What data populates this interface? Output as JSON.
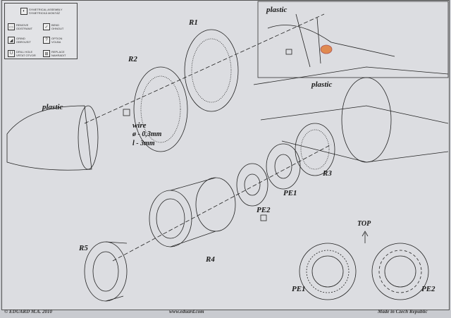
{
  "legend": {
    "items": [
      {
        "icon": "symmetrical-assembly-icon",
        "glyph": "◐",
        "line1": "SYMETRICAL ASSEMBLY",
        "line2": "SYMETRICKÁ MONTÁŽ"
      },
      {
        "icon": "remove-icon",
        "glyph": "▭",
        "line1": "REMOVE",
        "line2": "ODSTRANIT"
      },
      {
        "icon": "bend-icon",
        "glyph": "✓",
        "line1": "BEND",
        "line2": "OHNOUT"
      },
      {
        "icon": "grind-icon",
        "glyph": "◢",
        "line1": "GRIND",
        "line2": "OBROUSIT"
      },
      {
        "icon": "option-icon",
        "glyph": "?",
        "line1": "OPTION",
        "line2": "VOLBA"
      },
      {
        "icon": "drill-hole-icon",
        "glyph": "U",
        "line1": "DRILL HOLE",
        "line2": "VRTAT OTVOR"
      },
      {
        "icon": "replace-icon",
        "glyph": "⊞",
        "line1": "REPLACE",
        "line2": "NAHRADIT"
      }
    ]
  },
  "labels": {
    "r1": "R1",
    "r2": "R2",
    "r3": "R3",
    "r4": "R4",
    "r5": "R5",
    "pe1": "PE1",
    "pe2": "PE2",
    "pe1_detail": "PE1",
    "pe2_detail": "PE2",
    "top": "TOP",
    "plastic_left": "plastic",
    "plastic_right": "plastic",
    "plastic_inset": "plastic",
    "wire": "wire",
    "wire_dia": "ø - 0,3mm",
    "wire_len": "l - 3mm"
  },
  "footer": {
    "copyright": "© EDUARD  M.A. 2010",
    "website": "www.eduard.com",
    "origin": "Made in Czech Republic"
  },
  "colors": {
    "paper": "#dcdde1",
    "ink": "#222222",
    "highlight": "#e08a50"
  }
}
